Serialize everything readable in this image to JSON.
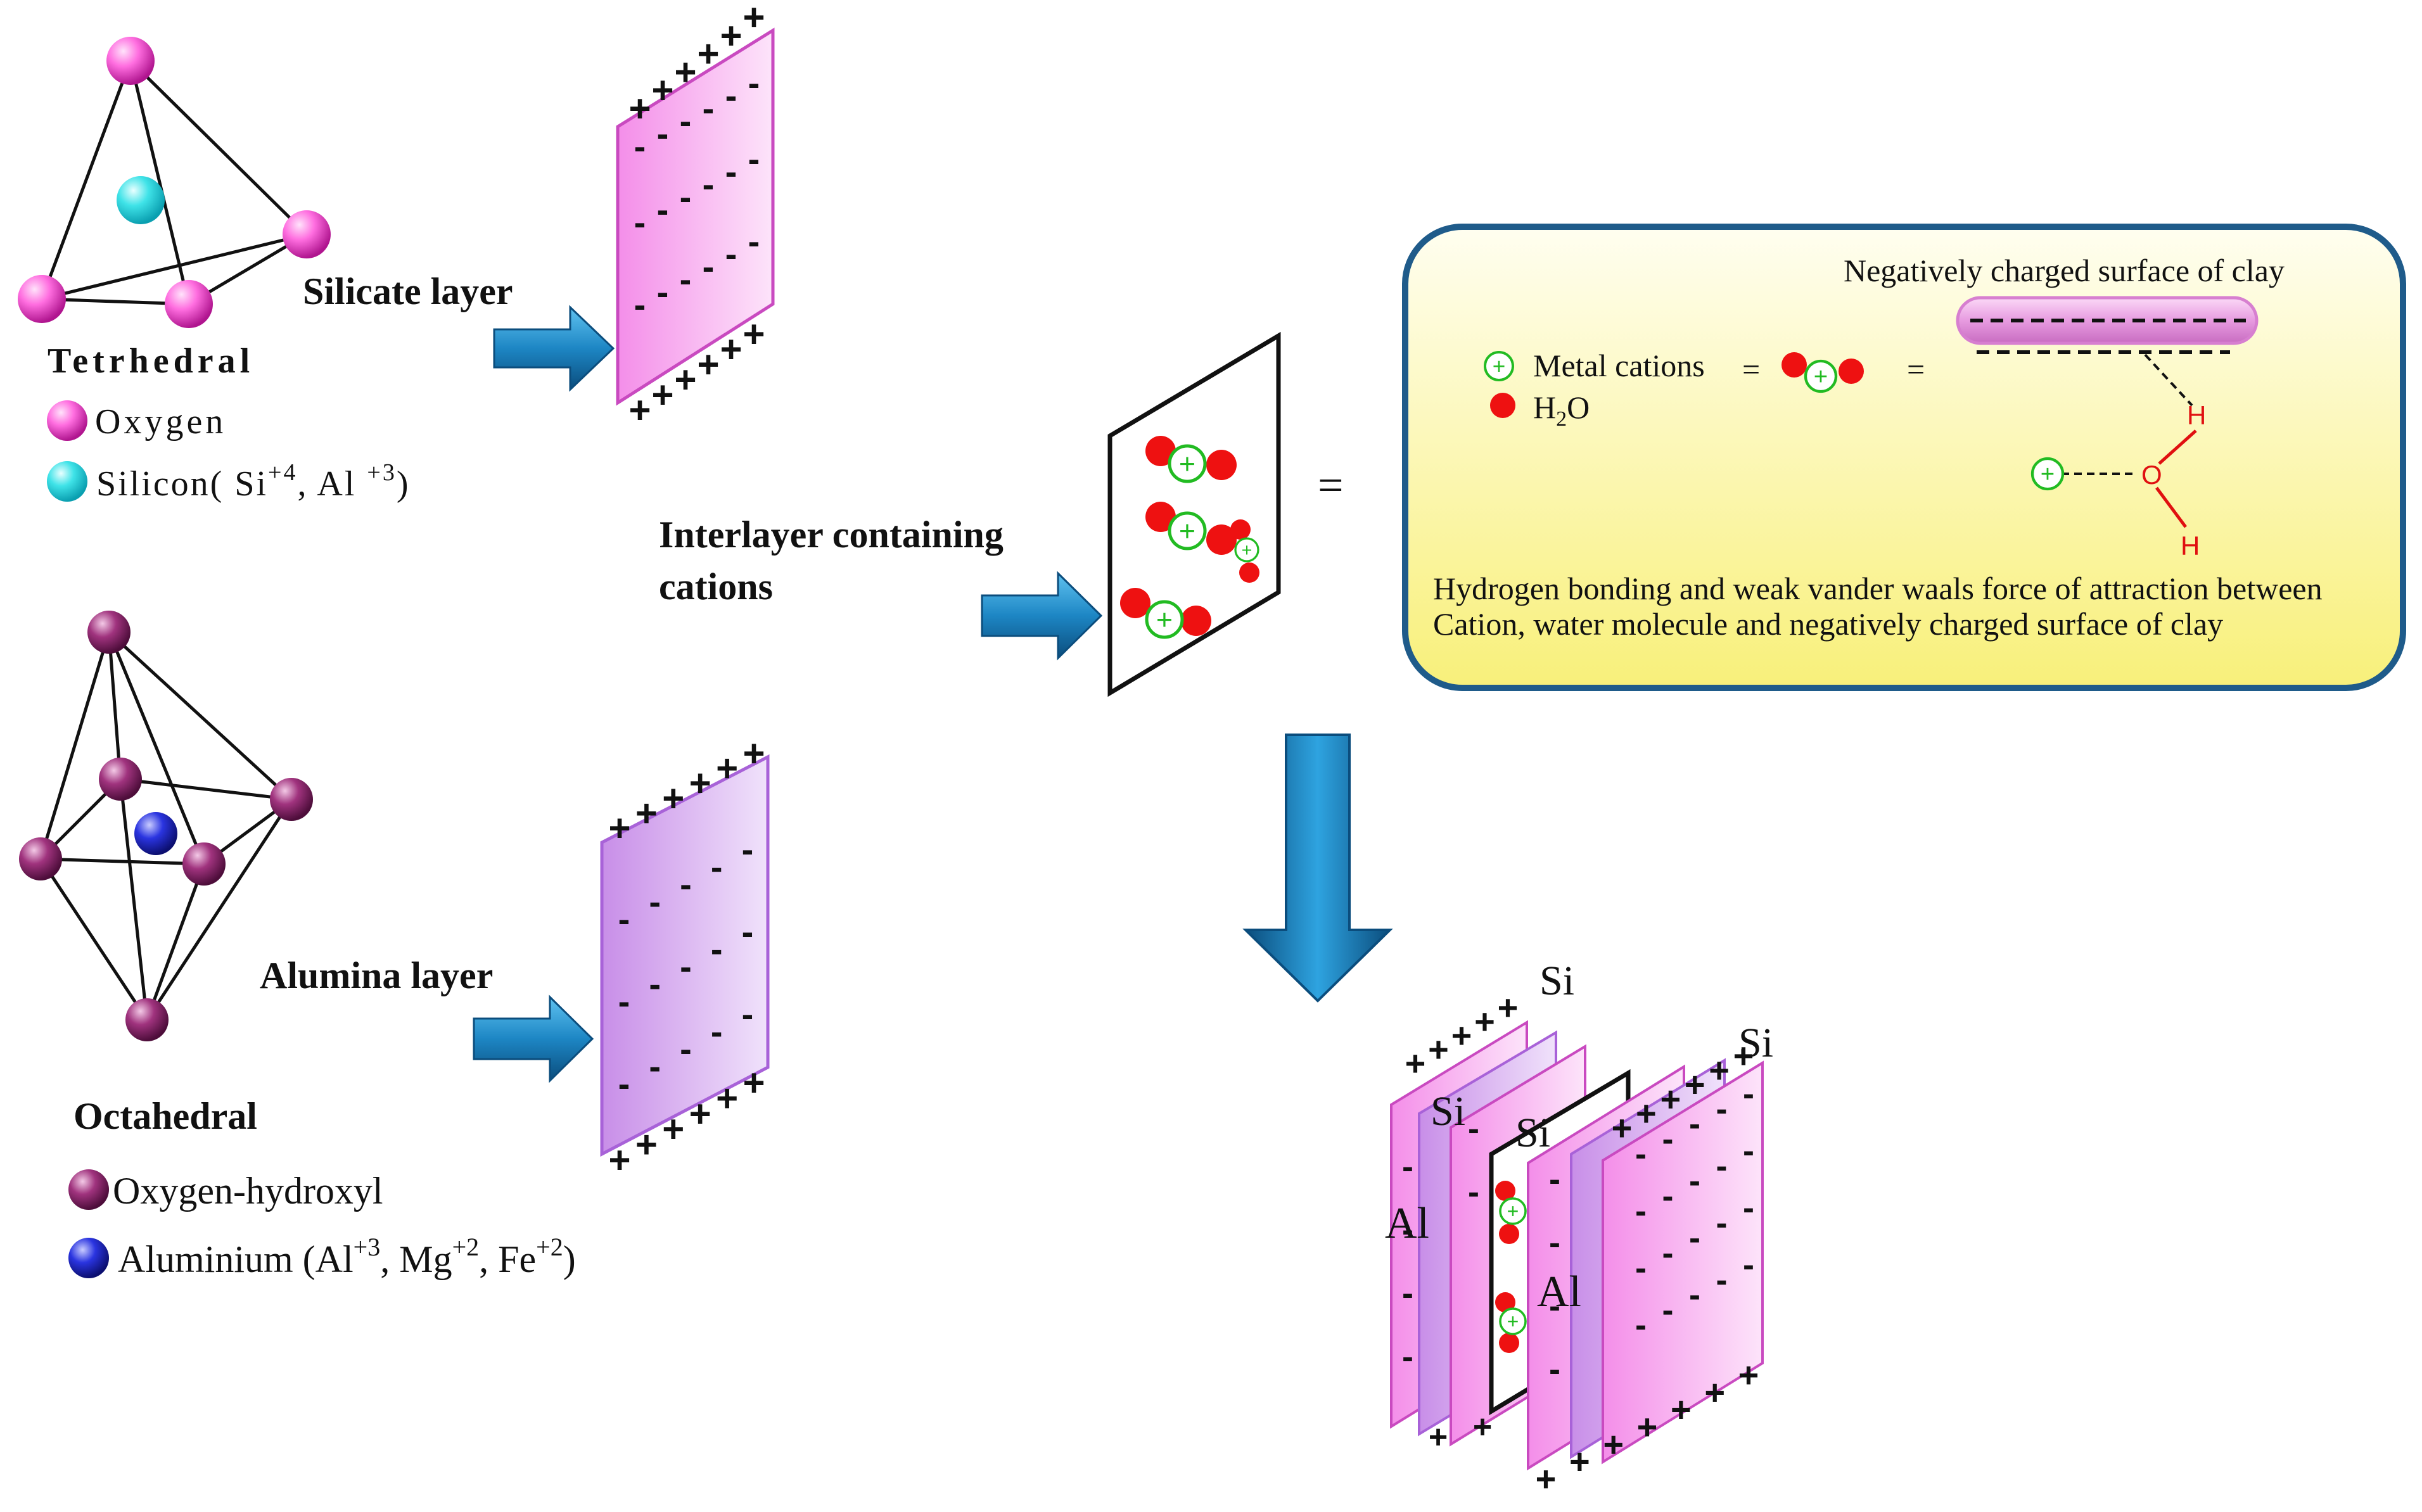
{
  "tetrahedral": {
    "silicate_label": "Silicate layer",
    "title": "Tetrhedral",
    "legend_oxygen": "Oxygen",
    "legend_silicon_prefix": "Silicon( Si",
    "legend_silicon_sup1": "+4",
    "legend_silicon_mid": ", Al ",
    "legend_silicon_sup2": "+3",
    "legend_silicon_suffix": ")"
  },
  "octahedral": {
    "alumina_label": "Alumina layer",
    "title": "Octahedral",
    "legend_oh": "Oxygen-hydroxyl",
    "legend_al_prefix": "Aluminium (Al",
    "legend_al_sup1": "+3",
    "legend_al_mid1": ", Mg",
    "legend_al_sup2": "+2",
    "legend_al_mid2": ", Fe",
    "legend_al_sup3": "+2",
    "legend_al_suffix": ")"
  },
  "interlayer": {
    "label_line1": "Interlayer containing",
    "label_line2": "cations",
    "equals": "="
  },
  "callout": {
    "surface_label": "Negatively charged surface of clay",
    "metal_cations": "Metal cations",
    "water_prefix": "H",
    "water_sub": "2",
    "water_suffix": "O",
    "eq1": "=",
    "eq2": "=",
    "atom_h": "H",
    "atom_o": "O",
    "desc_line1": "Hydrogen bonding and weak vander waals force of attraction between",
    "desc_line2": "Cation, water molecule and negatively charged surface of clay"
  },
  "stack": {
    "si_top": "Si",
    "si_right": "Si",
    "si_left": "Si",
    "si_inner": "Si",
    "al_left": "Al",
    "al_right": "Al"
  },
  "symbols": {
    "plus": "+",
    "minus": "-",
    "cation": "+"
  },
  "colors": {
    "oxygen": "#ff2fd0",
    "silicon": "#3fe3e8",
    "oxygen_hydroxyl": "#a0337e",
    "aluminium": "#2a34e0",
    "silicate_sheet": "#f7a9f0",
    "alumina_sheet": "#d3a2f0",
    "arrow": "#1d86c4",
    "callout_fill": "#fbf7a8",
    "callout_border": "#1f5b8a",
    "water": "#ee1111",
    "cation_ring": "#22bb22"
  }
}
